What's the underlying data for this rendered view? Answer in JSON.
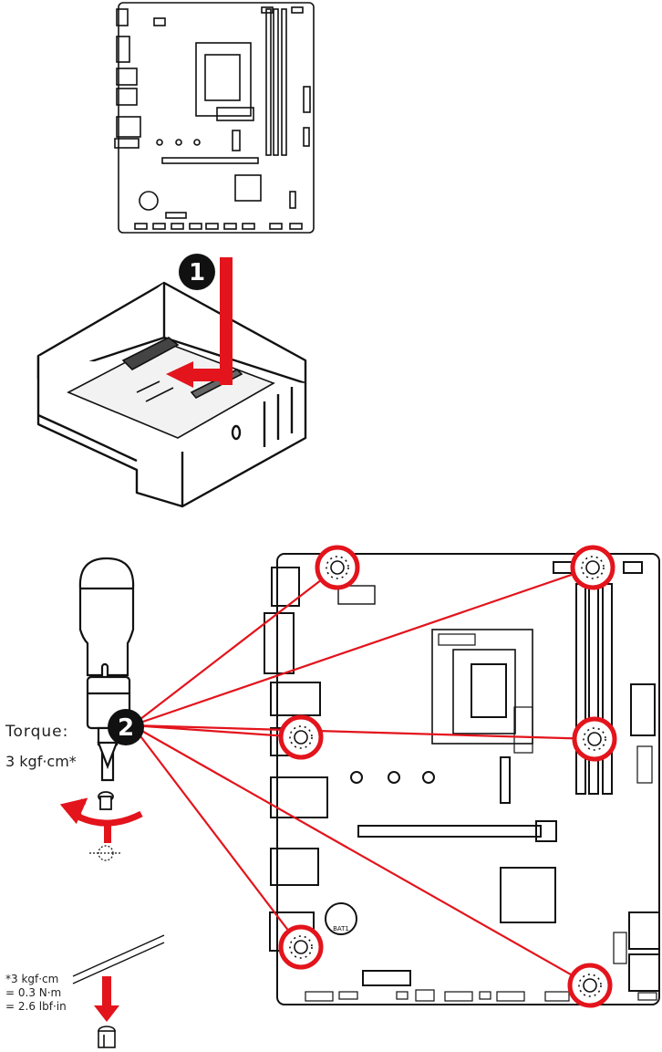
{
  "steps": {
    "step1": "1",
    "step2": "2"
  },
  "torque": {
    "label": "Torque:",
    "value": "3 kgf·cm*",
    "note_line1": "*3 kgf·cm",
    "note_line2": "= 0.3 N·m",
    "note_line3": "= 2.6 lbf·in"
  },
  "board": {
    "battery_label": "BAT1"
  },
  "colors": {
    "accent": "#e3141c",
    "line": "#111111"
  },
  "icons": [
    "screwdriver-icon",
    "screw-icon",
    "rotate-arrow-icon",
    "down-arrow-icon",
    "standoff-icon",
    "motherboard-icon",
    "case-icon"
  ]
}
